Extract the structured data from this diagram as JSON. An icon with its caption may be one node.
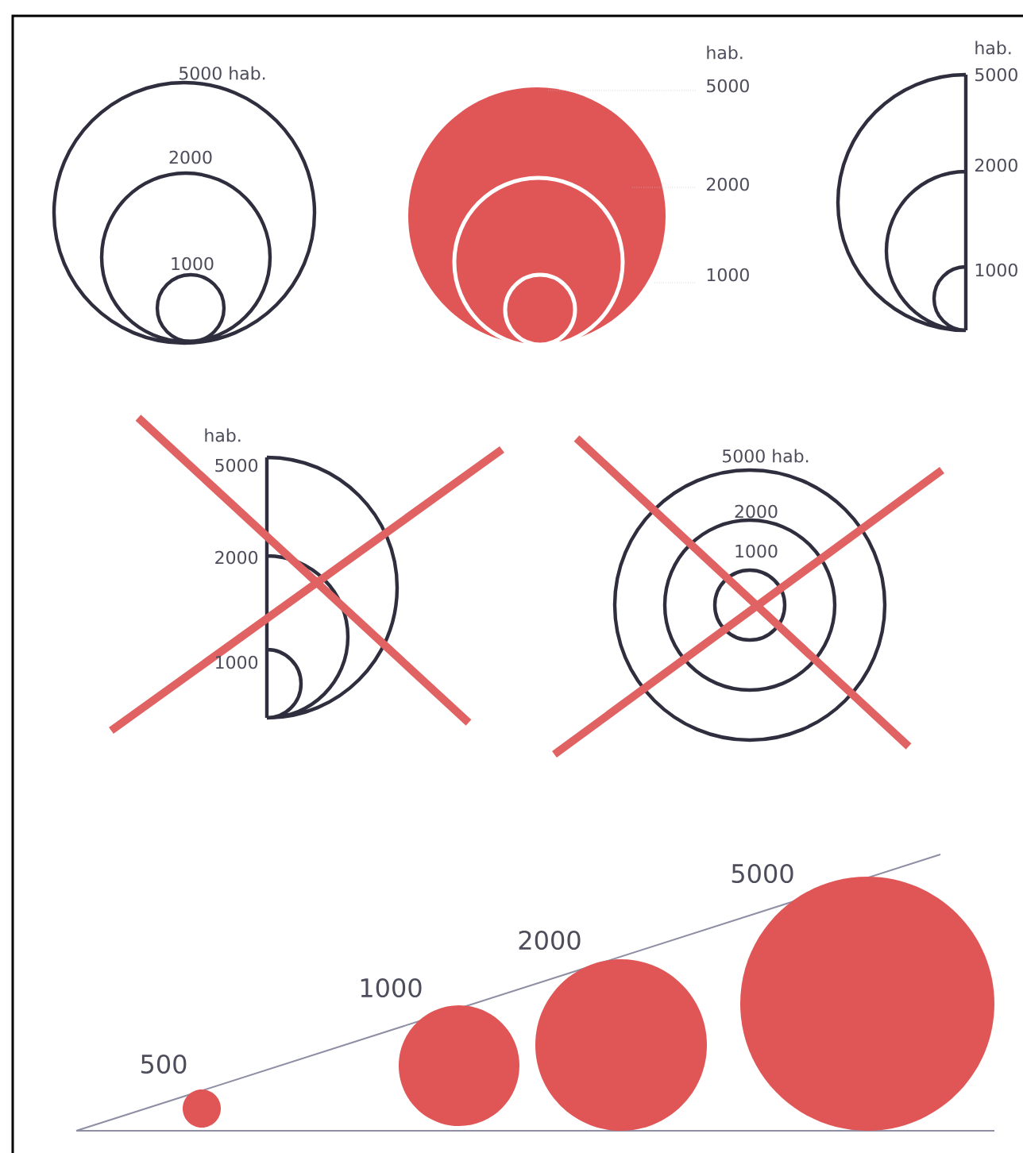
{
  "diagram": {
    "labels": [
      "5000 hab.",
      "2000",
      "1000",
      "hab.",
      "5000",
      "2000",
      "1000",
      "hab.",
      "5000",
      "2000",
      "1000",
      "hab.",
      "5000",
      "2000",
      "1000",
      "5000 hab.",
      "2000",
      "1000",
      "500",
      "1000",
      "2000",
      "5000"
    ]
  }
}
